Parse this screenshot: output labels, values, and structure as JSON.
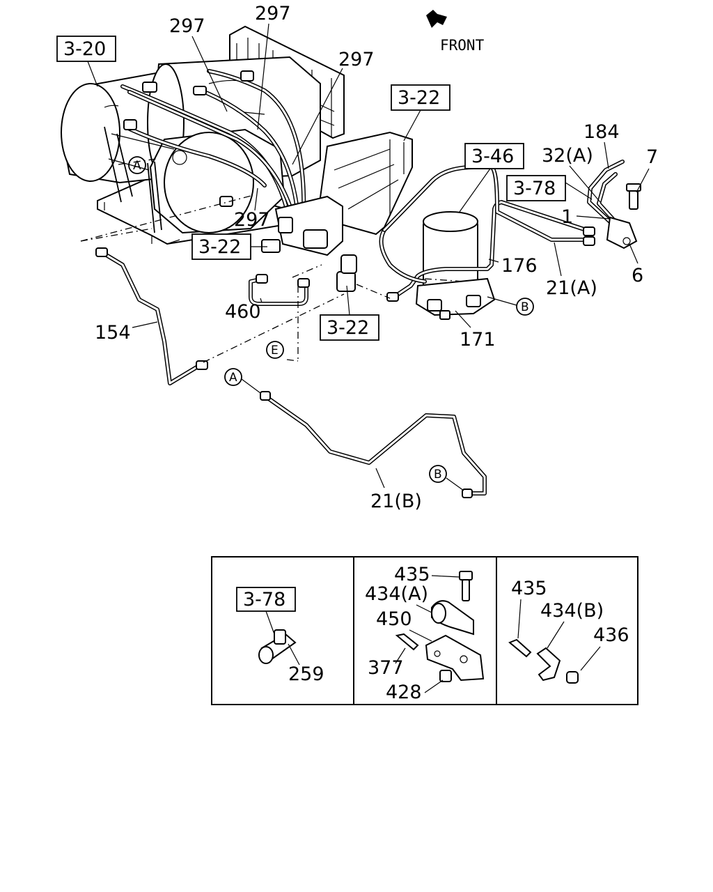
{
  "front_indicator": {
    "label": "FRONT",
    "icon": "arrow-icon"
  },
  "reference_boxes": {
    "ref_3_20": "3-20",
    "ref_3_22_top": "3-22",
    "ref_3_22_mid": "3-22",
    "ref_3_22_low": "3-22",
    "ref_3_46": "3-46",
    "ref_3_78_top": "3-78",
    "ref_3_78_inset": "3-78"
  },
  "part_labels": {
    "p297_a": "297",
    "p297_b": "297",
    "p297_c": "297",
    "p297_d": "297",
    "p184": "184",
    "p32a": "32(A)",
    "p7": "7",
    "p1": "1",
    "p6": "6",
    "p21a": "21(A)",
    "p176": "176",
    "p171": "171",
    "p460": "460",
    "p154": "154",
    "p21b": "21(B)"
  },
  "circle_markers": {
    "a_upper": "A",
    "a_lower": "A",
    "b_upper": "B",
    "b_lower": "B",
    "e": "E"
  },
  "inset_labels": {
    "p259": "259",
    "p435_mid": "435",
    "p434a": "434(A)",
    "p450": "450",
    "p377": "377",
    "p428": "428",
    "p435_right": "435",
    "p434b": "434(B)",
    "p436": "436"
  }
}
